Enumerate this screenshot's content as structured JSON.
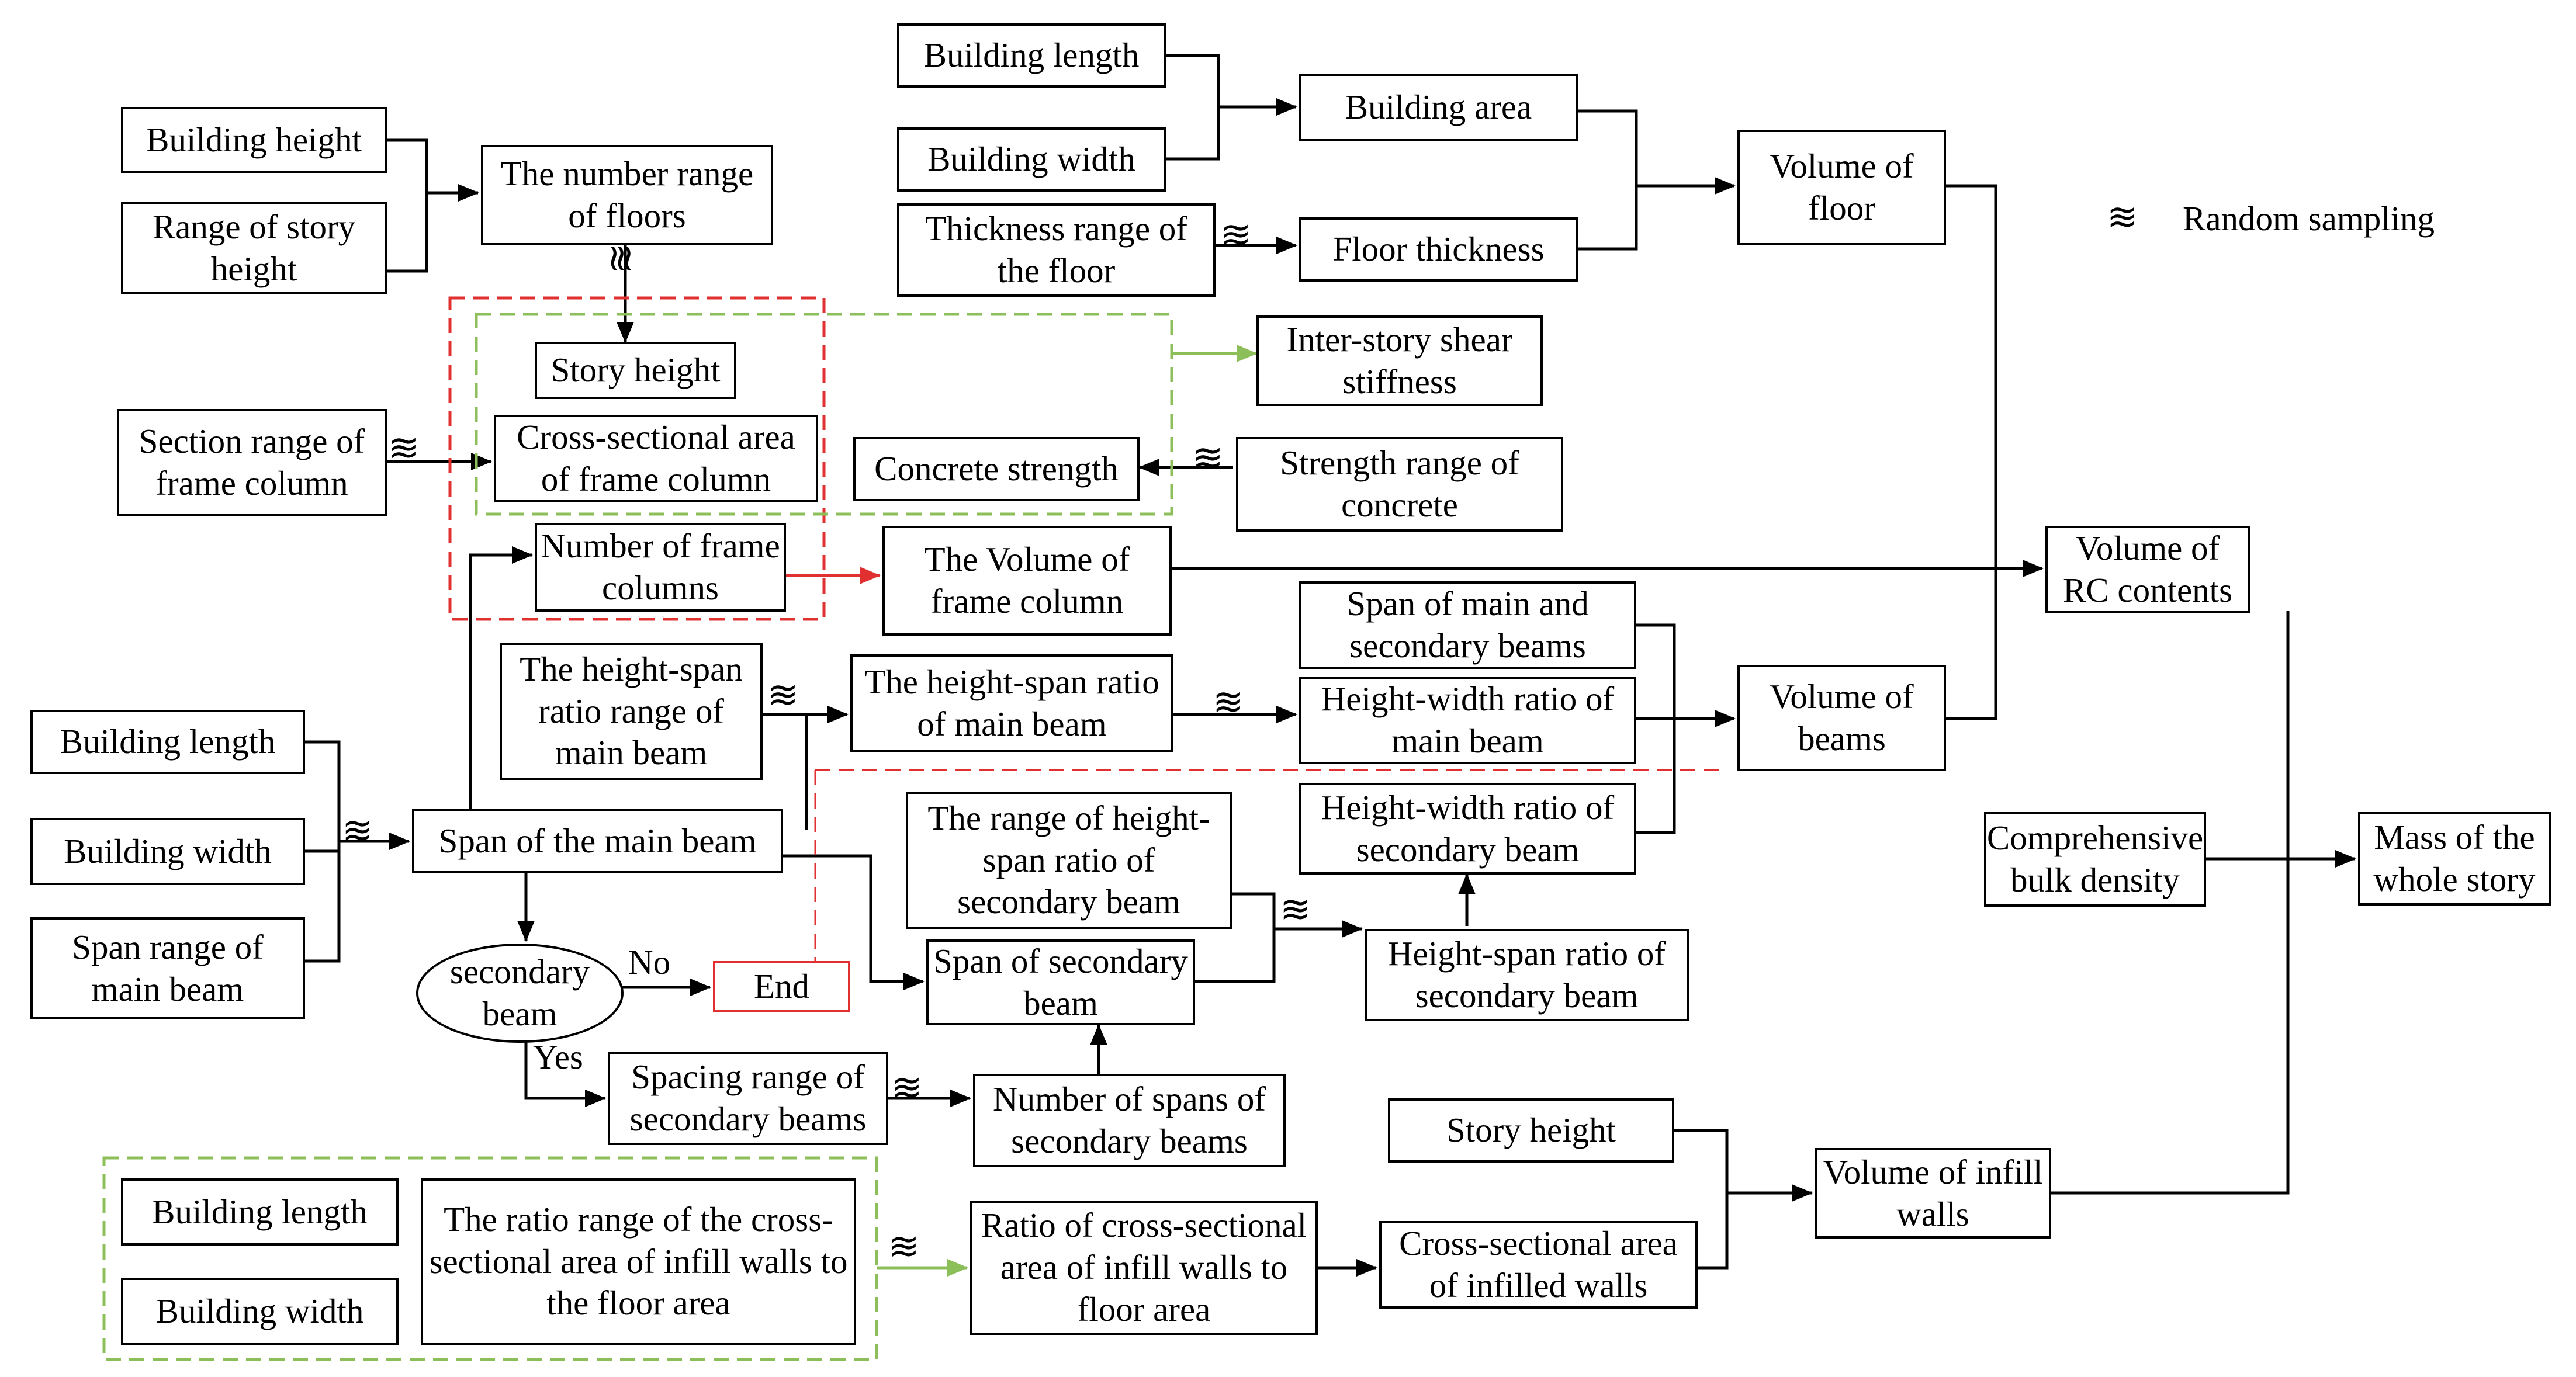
{
  "nodes": {
    "building_height": "Building height",
    "range_story_height": "Range of story height",
    "number_range_floors": "The number range of floors",
    "story_height_top": "Story height",
    "section_range_column": "Section range of frame column",
    "cross_area_column": "Cross-sectional area of frame column",
    "number_frame_columns": "Number of frame columns",
    "volume_frame_column": "The Volume of frame column",
    "building_length_top": "Building length",
    "building_width_top": "Building width",
    "thickness_range_floor": "Thickness range of the floor",
    "building_area": "Building area",
    "floor_thickness": "Floor thickness",
    "volume_floor": "Volume of floor",
    "inter_story_stiffness": "Inter-story shear stiffness",
    "concrete_strength": "Concrete strength",
    "strength_range_concrete": "Strength range of concrete",
    "volume_rc_contents": "Volume of RC contents",
    "span_main_secondary": "Span of main and secondary beams",
    "height_span_range_main": "The height-span ratio range of main beam",
    "height_span_main": "The height-span ratio of main beam",
    "height_width_main": "Height-width ratio of main beam",
    "volume_beams": "Volume of beams",
    "building_length_mid": "Building length",
    "building_width_mid": "Building width",
    "span_range_main": "Span range of main beam",
    "span_main_beam": "Span of the main beam",
    "range_height_span_secondary": "The range of height-span ratio of secondary beam",
    "height_width_secondary": "Height-width ratio of secondary beam",
    "comprehensive_density": "Comprehensive bulk density",
    "mass_whole_story": "Mass of the whole story",
    "secondary_beam": "secondary beam",
    "end": "End",
    "span_secondary_beam": "Span of secondary beam",
    "height_span_secondary": "Height-span ratio of secondary beam",
    "spacing_range_secondary": "Spacing range of secondary beams",
    "number_spans_secondary": "Number of spans of secondary beams",
    "story_height_bottom": "Story height",
    "volume_infill_walls": "Volume of infill walls",
    "building_length_bottom": "Building length",
    "building_width_bottom": "Building width",
    "ratio_range_infill": "The ratio range of the cross-sectional area of  infill walls to the floor area",
    "ratio_infill": "Ratio of cross-sectional area of infill walls to floor area",
    "cross_area_infilled": "Cross-sectional area of infilled walls"
  },
  "labels": {
    "no": "No",
    "yes": "Yes"
  },
  "legend": {
    "symbol": "≋",
    "text": "Random sampling"
  },
  "colors": {
    "stroke": "#000000",
    "red": "#e03030",
    "green": "#8cbf5a"
  }
}
